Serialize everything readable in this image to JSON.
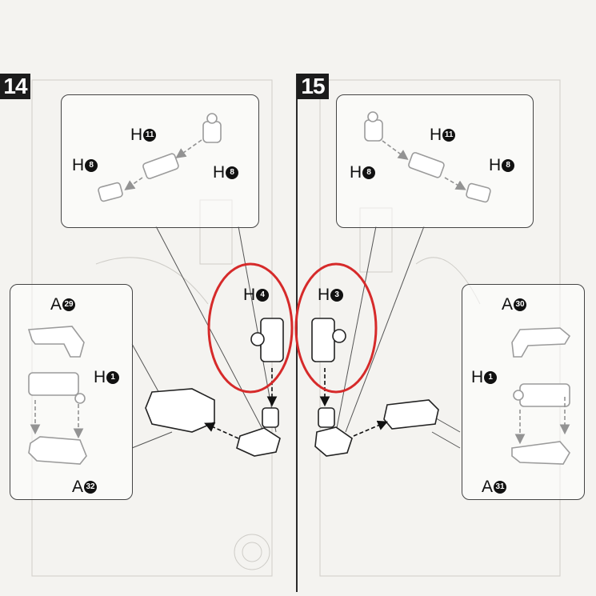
{
  "steps": {
    "left": "14",
    "right": "15"
  },
  "left": {
    "top_panel": {
      "h11": {
        "letter": "H",
        "num": "11"
      },
      "h8_left": {
        "letter": "H",
        "num": "8"
      },
      "h8_right": {
        "letter": "H",
        "num": "8"
      }
    },
    "side_panel": {
      "a29": {
        "letter": "A",
        "num": "29"
      },
      "h1": {
        "letter": "H",
        "num": "1"
      },
      "a32": {
        "letter": "A",
        "num": "32"
      }
    },
    "highlight": {
      "letter": "H",
      "num": "4"
    }
  },
  "right": {
    "top_panel": {
      "h11": {
        "letter": "H",
        "num": "11"
      },
      "h8_left": {
        "letter": "H",
        "num": "8"
      },
      "h8_right": {
        "letter": "H",
        "num": "8"
      }
    },
    "side_panel": {
      "a30": {
        "letter": "A",
        "num": "30"
      },
      "h1": {
        "letter": "H",
        "num": "1"
      },
      "a31": {
        "letter": "A",
        "num": "31"
      }
    },
    "highlight": {
      "letter": "H",
      "num": "3"
    }
  },
  "colors": {
    "highlight_ring": "#d62a2a",
    "ink": "#111111",
    "step_badge": "#1c1c1c"
  }
}
